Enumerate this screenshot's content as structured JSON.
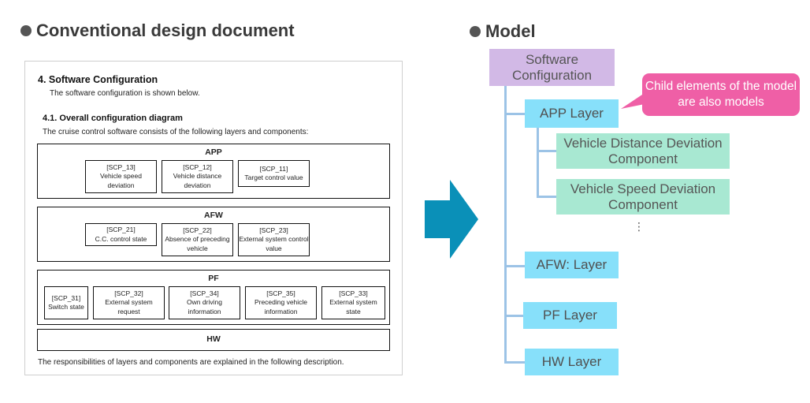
{
  "left_heading": "Conventional design document",
  "right_heading": "Model",
  "doc": {
    "section_title": "4. Software Configuration",
    "section_intro": "The software configuration is shown below.",
    "subsection_title": "4.1. Overall configuration diagram",
    "subsection_intro": "The cruise control software consists of the following layers and components:",
    "footer": "The responsibilities of layers and components are explained in the following description.",
    "layers": [
      {
        "name": "APP",
        "components": [
          {
            "id": "[SCP_13]",
            "label": "Vehicle speed deviation"
          },
          {
            "id": "[SCP_12]",
            "label": "Vehicle distance deviation"
          },
          {
            "id": "[SCP_11]",
            "label": "Target control value"
          }
        ]
      },
      {
        "name": "AFW",
        "components": [
          {
            "id": "[SCP_21]",
            "label": "C.C. control state"
          },
          {
            "id": "[SCP_22]",
            "label": "Absence of preceding vehicle"
          },
          {
            "id": "[SCP_23]",
            "label": "External system control value"
          }
        ]
      },
      {
        "name": "PF",
        "components": [
          {
            "id": "[SCP_31]",
            "label": "Switch state"
          },
          {
            "id": "[SCP_32]",
            "label": "External system request"
          },
          {
            "id": "[SCP_34]",
            "label": "Own driving information"
          },
          {
            "id": "[SCP_35]",
            "label": "Preceding vehicle information"
          },
          {
            "id": "[SCP_33]",
            "label": "External system state"
          }
        ]
      },
      {
        "name": "HW",
        "components": []
      }
    ]
  },
  "model": {
    "root": "Software Configuration",
    "app_layer": "APP Layer",
    "app_children": [
      "Vehicle Distance Deviation Component",
      "Vehicle Speed Deviation Component"
    ],
    "more": "⋮",
    "afw_layer": "AFW: Layer",
    "pf_layer": "PF Layer",
    "hw_layer": "HW Layer",
    "callout": "Child elements of the model are also models"
  },
  "colors": {
    "root_fill": "#d2b9e6",
    "layer_fill": "#87e0fa",
    "component_fill": "#a8e8d2",
    "callout_fill": "#ef5fa6",
    "arrow_fill": "#0a90b8",
    "tree_line": "#9cc3e6"
  }
}
